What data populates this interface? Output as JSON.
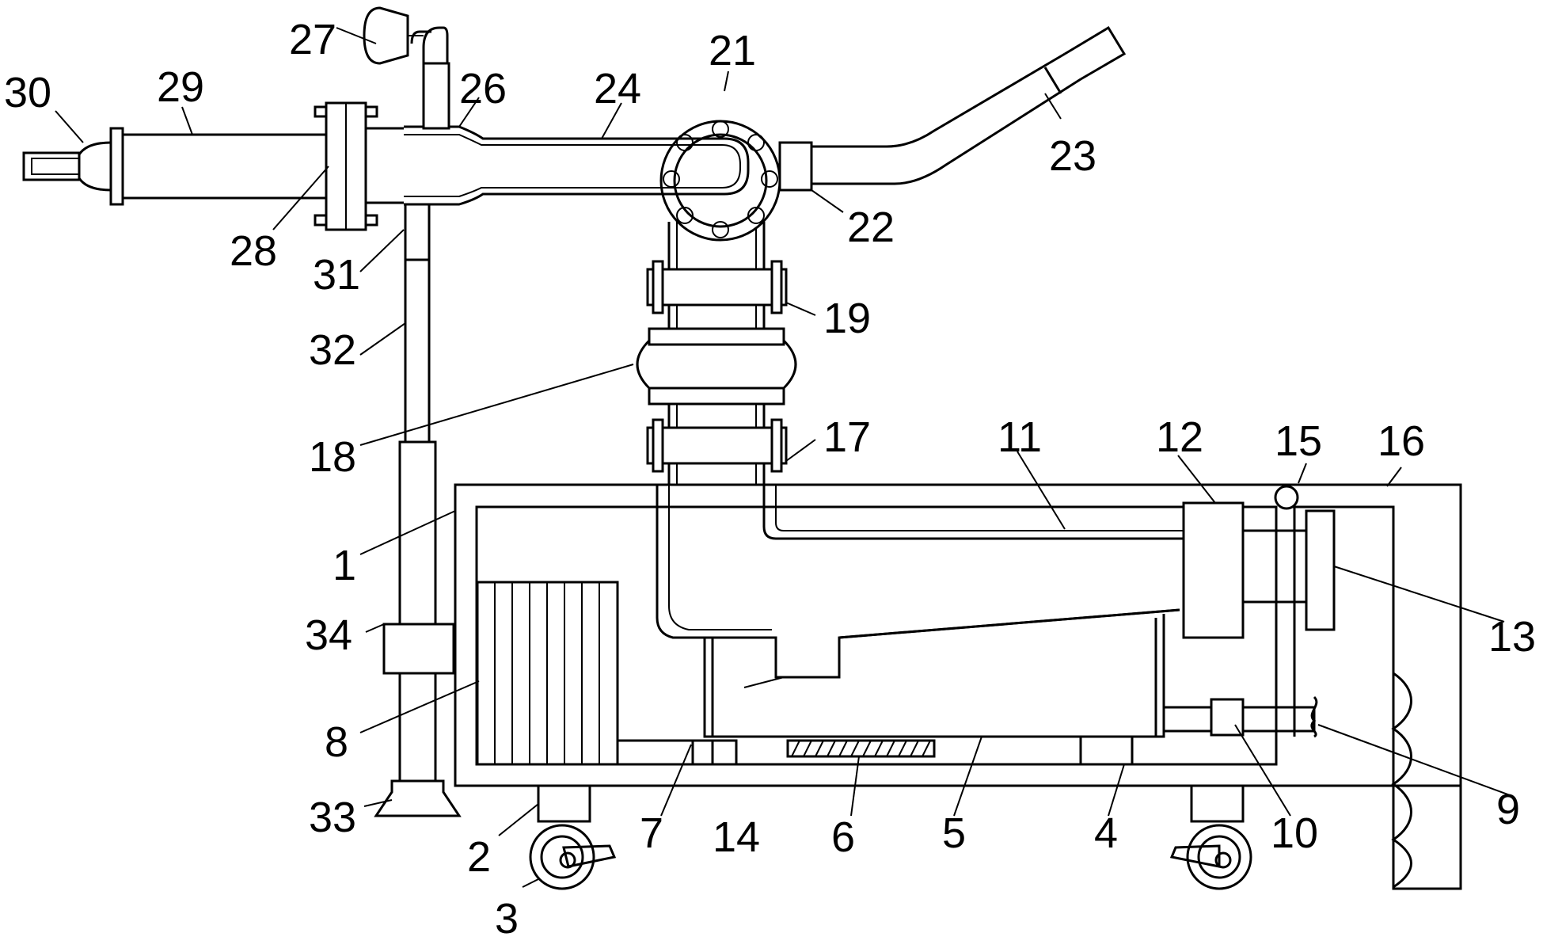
{
  "labels": {
    "l1": "1",
    "l2": "2",
    "l3": "3",
    "l4": "4",
    "l5": "5",
    "l6": "6",
    "l7": "7",
    "l8": "8",
    "l9": "9",
    "l10": "10",
    "l11": "11",
    "l12": "12",
    "l13": "13",
    "l14": "14",
    "l15": "15",
    "l16": "16",
    "l17": "17",
    "l18": "18",
    "l19": "19",
    "l21": "21",
    "l22": "22",
    "l23": "23",
    "l24": "24",
    "l26": "26",
    "l27": "27",
    "l28": "28",
    "l29": "29",
    "l30": "30",
    "l31": "31",
    "l32": "32",
    "l33": "33",
    "l34": "34"
  }
}
